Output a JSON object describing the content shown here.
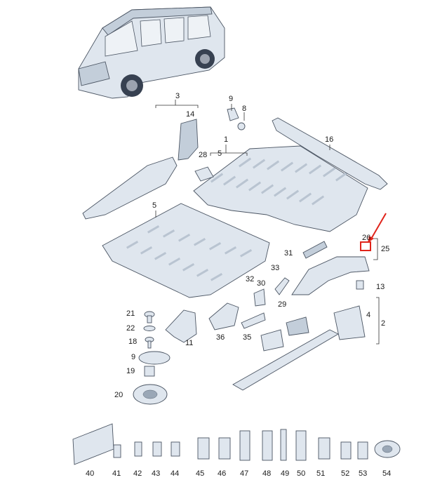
{
  "labels": [
    {
      "id": "1",
      "text": "1"
    },
    {
      "id": "2",
      "text": "2"
    },
    {
      "id": "3",
      "text": "3"
    },
    {
      "id": "4",
      "text": "4"
    },
    {
      "id": "5a",
      "text": "5"
    },
    {
      "id": "5b",
      "text": "5"
    },
    {
      "id": "8",
      "text": "8"
    },
    {
      "id": "9a",
      "text": "9"
    },
    {
      "id": "9b",
      "text": "9"
    },
    {
      "id": "11",
      "text": "11"
    },
    {
      "id": "13",
      "text": "13"
    },
    {
      "id": "14",
      "text": "14"
    },
    {
      "id": "16",
      "text": "16"
    },
    {
      "id": "18",
      "text": "18"
    },
    {
      "id": "19",
      "text": "19"
    },
    {
      "id": "20",
      "text": "20"
    },
    {
      "id": "21",
      "text": "21"
    },
    {
      "id": "22",
      "text": "22"
    },
    {
      "id": "25",
      "text": "25"
    },
    {
      "id": "26",
      "text": "26"
    },
    {
      "id": "28",
      "text": "28"
    },
    {
      "id": "29",
      "text": "29"
    },
    {
      "id": "30",
      "text": "30"
    },
    {
      "id": "31",
      "text": "31"
    },
    {
      "id": "32",
      "text": "32"
    },
    {
      "id": "33",
      "text": "33"
    },
    {
      "id": "35",
      "text": "35"
    },
    {
      "id": "36",
      "text": "36"
    },
    {
      "id": "40",
      "text": "40"
    },
    {
      "id": "41",
      "text": "41"
    },
    {
      "id": "42",
      "text": "42"
    },
    {
      "id": "43",
      "text": "43"
    },
    {
      "id": "44",
      "text": "44"
    },
    {
      "id": "45",
      "text": "45"
    },
    {
      "id": "46",
      "text": "46"
    },
    {
      "id": "47",
      "text": "47"
    },
    {
      "id": "48",
      "text": "48"
    },
    {
      "id": "49",
      "text": "49"
    },
    {
      "id": "50",
      "text": "50"
    },
    {
      "id": "51",
      "text": "51"
    },
    {
      "id": "52",
      "text": "52"
    },
    {
      "id": "53",
      "text": "53"
    },
    {
      "id": "54",
      "text": "54"
    }
  ],
  "highlight": {
    "color": "#e0241b",
    "target": "26"
  }
}
